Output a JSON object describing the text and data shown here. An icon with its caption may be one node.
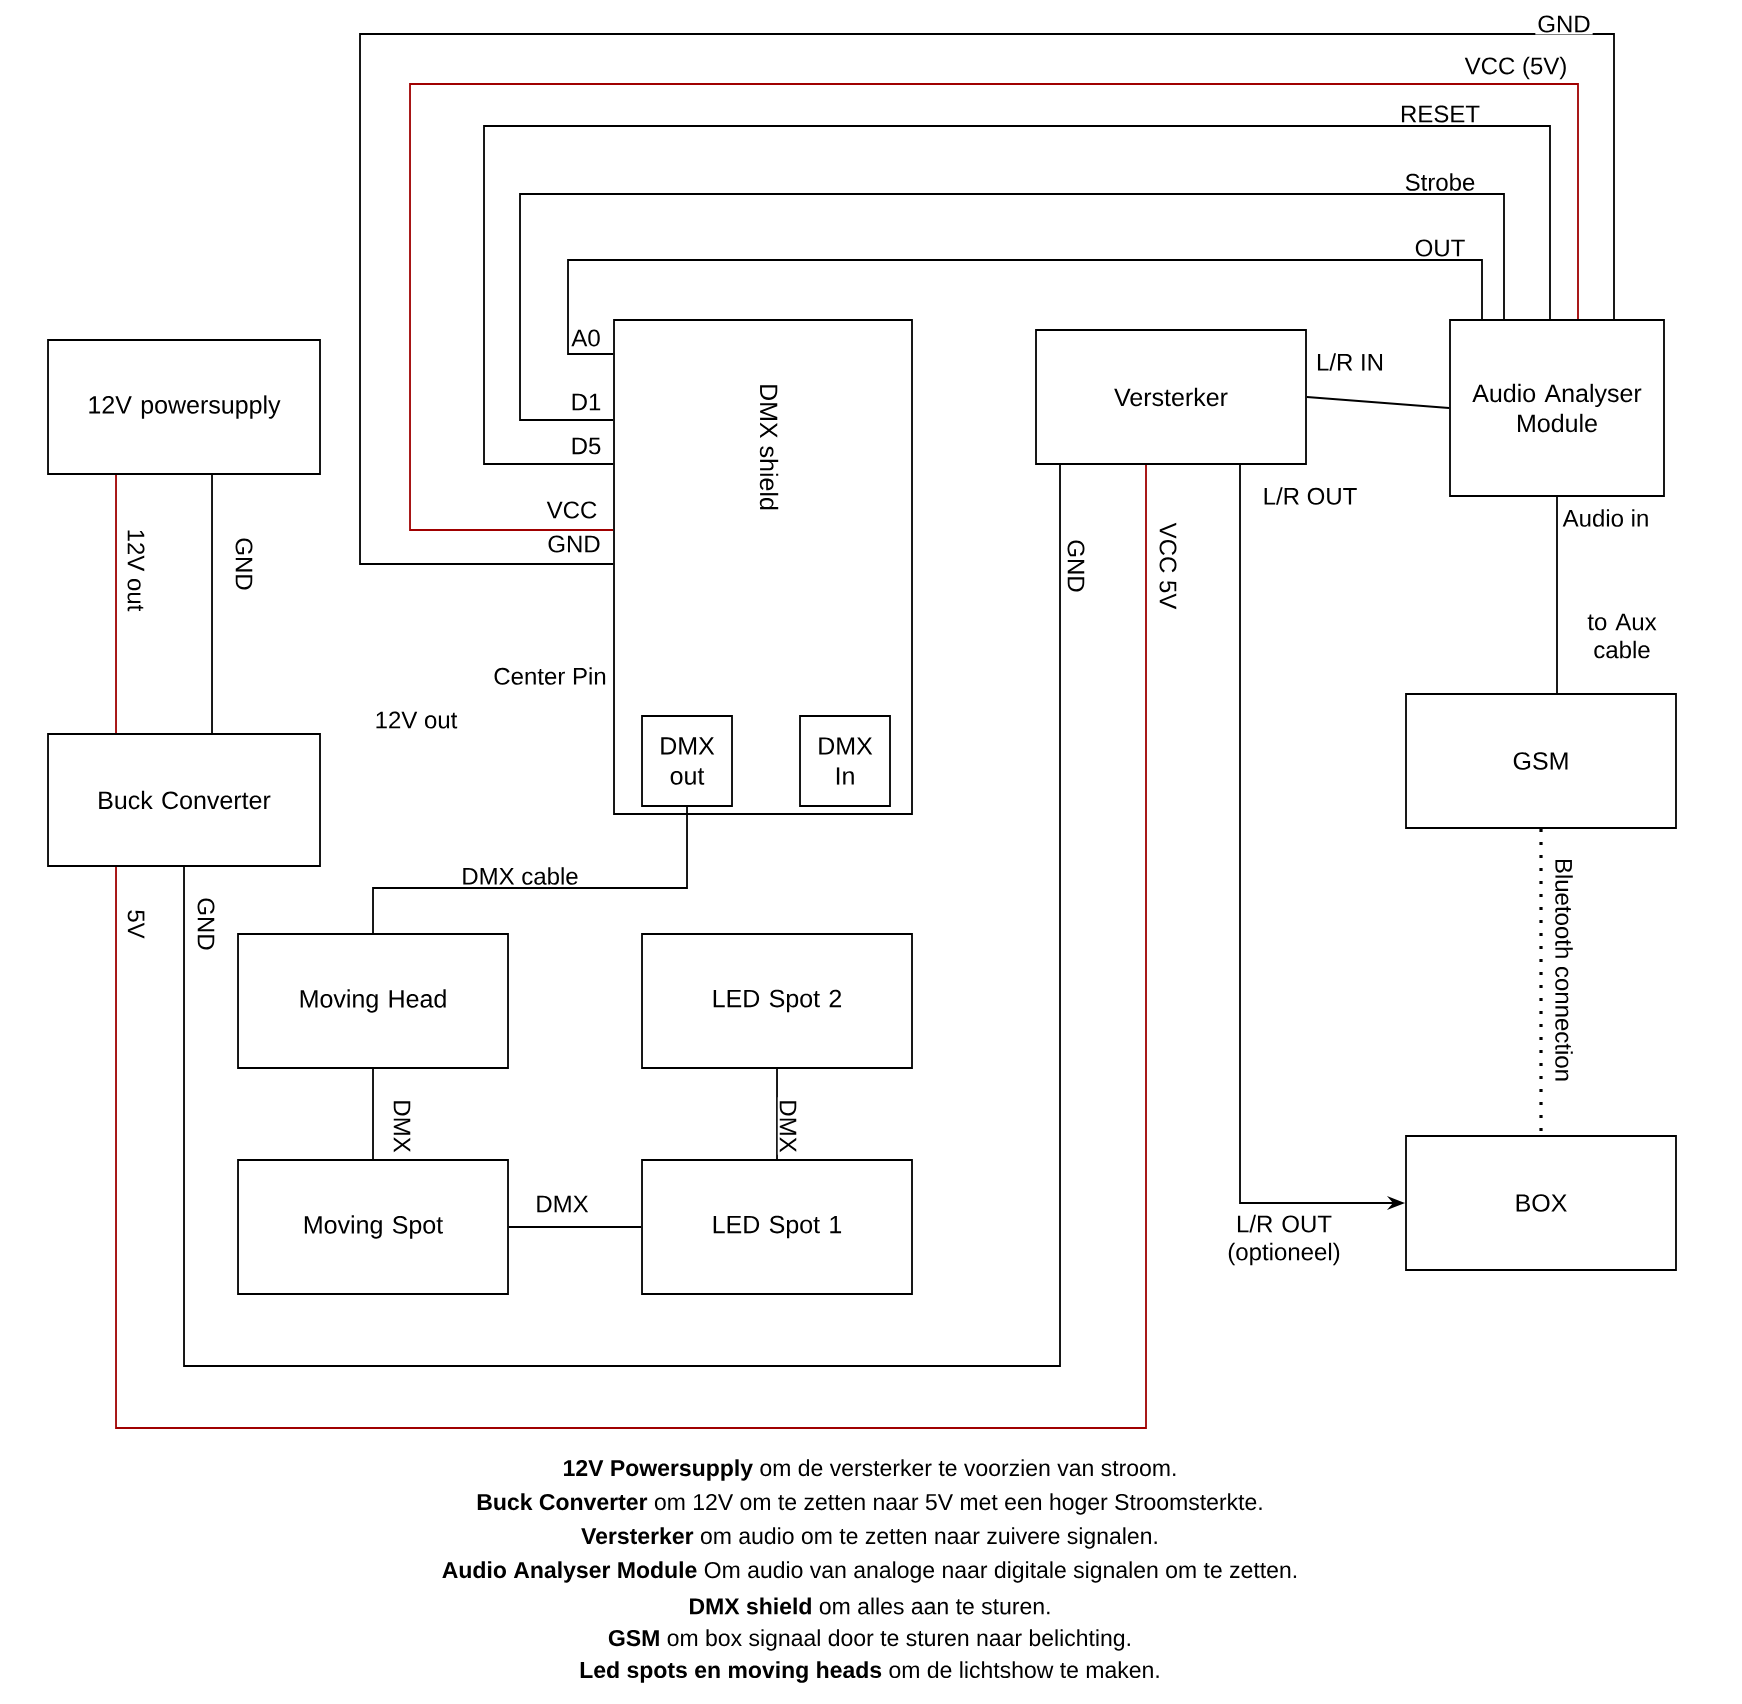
{
  "diagram": {
    "nodes": [
      {
        "text": [
          "12V powersupply"
        ]
      },
      {
        "text": [
          "Buck Converter"
        ]
      },
      {
        "text": [
          "DMX shield"
        ]
      },
      {
        "text": [
          "DMX out"
        ],
        "in": 2
      },
      {
        "text": [
          "DMX In"
        ],
        "in": 2
      },
      {
        "text": [
          "Versterker"
        ]
      },
      {
        "text": [
          "Audio Analyser Module"
        ]
      },
      {
        "text": [
          "GSM"
        ]
      },
      {
        "text": [
          "BOX"
        ]
      },
      {
        "text": [
          "Moving Head"
        ]
      },
      {
        "text": [
          "LED Spot 2"
        ]
      },
      {
        "text": [
          "Moving Spot"
        ]
      },
      {
        "text": [
          "LED Spot 1"
        ]
      }
    ],
    "edges": [
      {
        "from": 6,
        "to": 2,
        "arrow": "none",
        "label": "GND"
      },
      {
        "from": 6,
        "to": 2,
        "arrow": "none",
        "label": "VCC (5V)",
        "color": "#a00000"
      },
      {
        "from": 6,
        "to": 2,
        "arrow": "none",
        "label": "RESET"
      },
      {
        "from": 6,
        "to": 2,
        "arrow": "none",
        "label": "Strobe"
      },
      {
        "from": 6,
        "to": 2,
        "arrow": "none",
        "label": "OUT"
      },
      {
        "from": 5,
        "to": 6,
        "arrow": "none",
        "label": "L/R IN"
      },
      {
        "from": 5,
        "to": 8,
        "arrow": "to",
        "label": "L/R OUT"
      },
      {
        "from": 6,
        "to": 7,
        "arrow": "none",
        "label": "Audio in"
      },
      {
        "from": 7,
        "to": 8,
        "arrow": "none",
        "label": "Bluetooth connection",
        "style": "dashed"
      },
      {
        "from": 0,
        "to": 1,
        "arrow": "none",
        "label": "12V out",
        "color": "#a00000"
      },
      {
        "from": 0,
        "to": 1,
        "arrow": "none",
        "label": "GND"
      },
      {
        "from": 1,
        "to": 5,
        "arrow": "none",
        "label": "5V",
        "color": "#a00000"
      },
      {
        "from": 1,
        "to": 5,
        "arrow": "none",
        "label": "GND"
      },
      {
        "from": 3,
        "to": 9,
        "arrow": "none",
        "label": "DMX cable"
      },
      {
        "from": 9,
        "to": 11,
        "arrow": "none",
        "label": "DMX"
      },
      {
        "from": 10,
        "to": 12,
        "arrow": "none",
        "label": "DMX"
      },
      {
        "from": 11,
        "to": 12,
        "arrow": "none",
        "label": "DMX"
      }
    ],
    "labels": [
      "A0",
      "D1",
      "D5",
      "VCC",
      "GND",
      "Center Pin",
      "12V out",
      "GND",
      "VCC 5V",
      "to Aux cable",
      "L/R OUT (optioneel)",
      "**12V Powersupply** om de versterker te voorzien van stroom.",
      "**Buck Converter** om 12V om te zetten naar 5V met een hoger Stroomsterkte.",
      "**Versterker** om audio om te zetten naar zuivere signalen.",
      "**Audio Analyser Module** Om audio van analoge naar digitale signalen om te zetten.",
      "**DMX shield** om alles aan te sturen.",
      "**GSM** om box signaal door te sturen naar belichting.",
      "**Led spots en moving heads** om de lichtshow te maken."
    ]
  }
}
